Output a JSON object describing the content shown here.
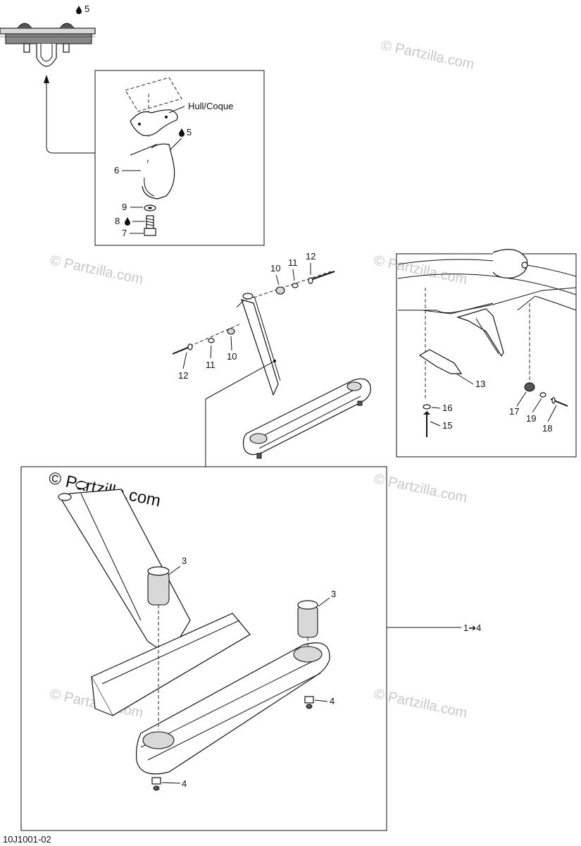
{
  "watermark": "© Partzilla.com",
  "figure_code": "10J1001-02",
  "hull_label": "Hull/Coque",
  "callouts": {
    "c1": "5",
    "c2": "5",
    "c3": "6",
    "c4": "9",
    "c5": "8",
    "c6": "7",
    "c7": "10",
    "c8": "11",
    "c9": "12",
    "c10": "10",
    "c11": "11",
    "c12": "12",
    "c13": "13",
    "c14": "16",
    "c15": "15",
    "c16": "17",
    "c17": "19",
    "c18": "18",
    "c19": "3",
    "c20": "3",
    "c21": "4",
    "c22": "4",
    "c23": "1➔4"
  },
  "icons": {
    "sealant": "sealant-drop-icon"
  }
}
